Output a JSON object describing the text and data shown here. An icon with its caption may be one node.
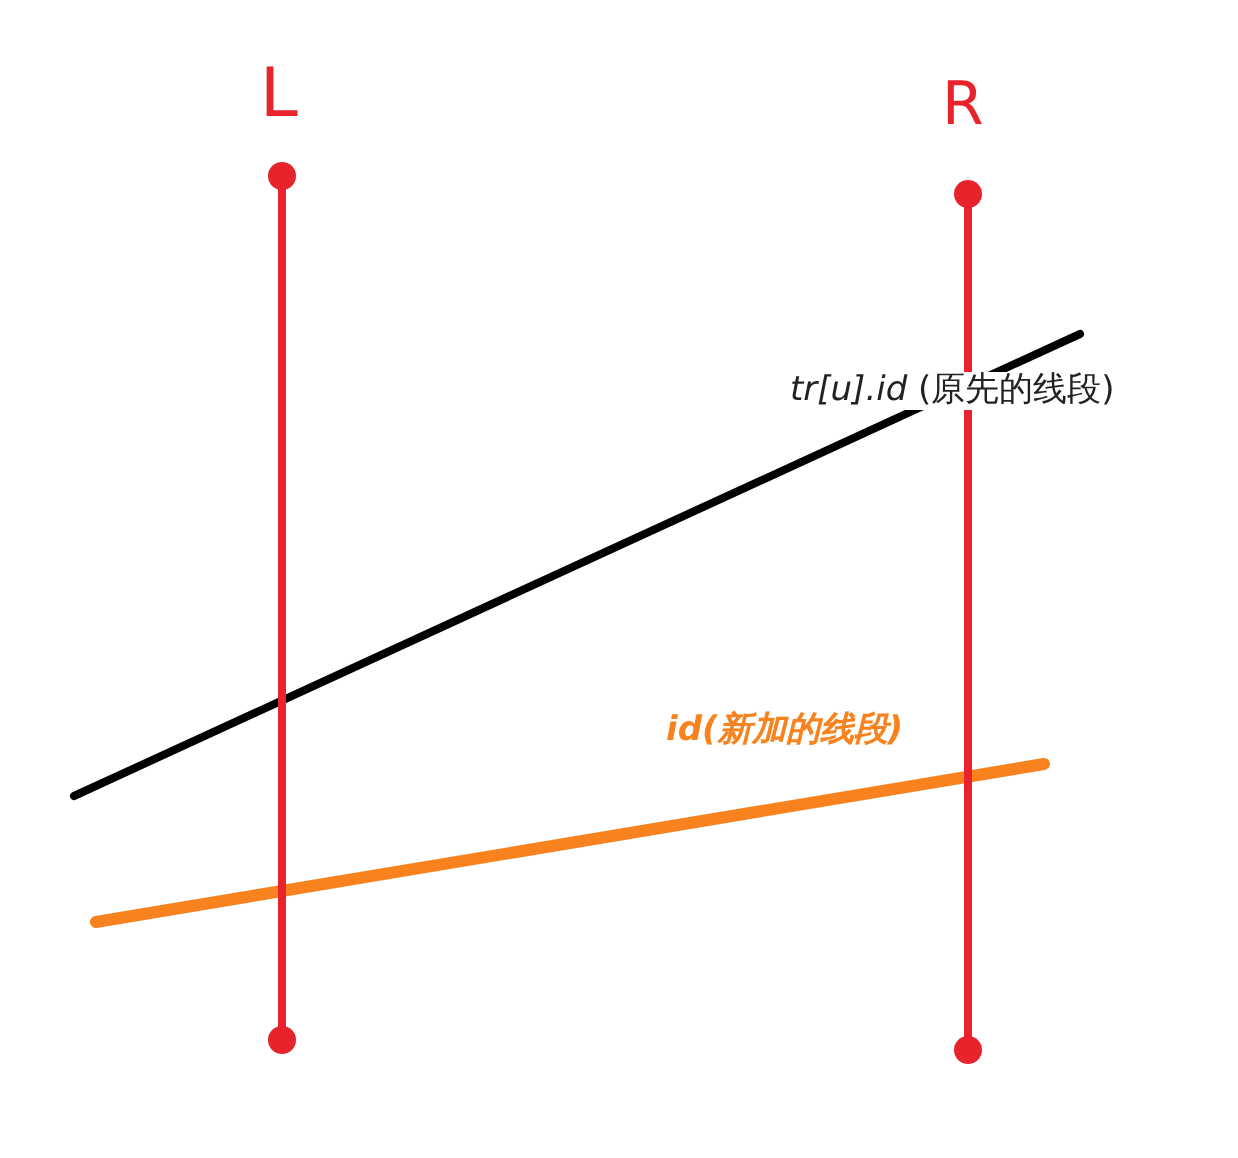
{
  "diagram": {
    "nodes": [
      {
        "text": [],
        "shape": "circle"
      },
      {
        "text": [],
        "shape": "circle"
      },
      {
        "text": [],
        "shape": "circle"
      },
      {
        "text": [],
        "shape": "circle"
      }
    ],
    "edges": [
      {
        "from": 0,
        "to": 1,
        "arrow": "none"
      },
      {
        "from": 2,
        "to": 3,
        "arrow": "none"
      }
    ],
    "labels": [
      "L",
      "R",
      "*tr[u].id* (原先的线段)",
      "id(新加的线段)"
    ]
  }
}
